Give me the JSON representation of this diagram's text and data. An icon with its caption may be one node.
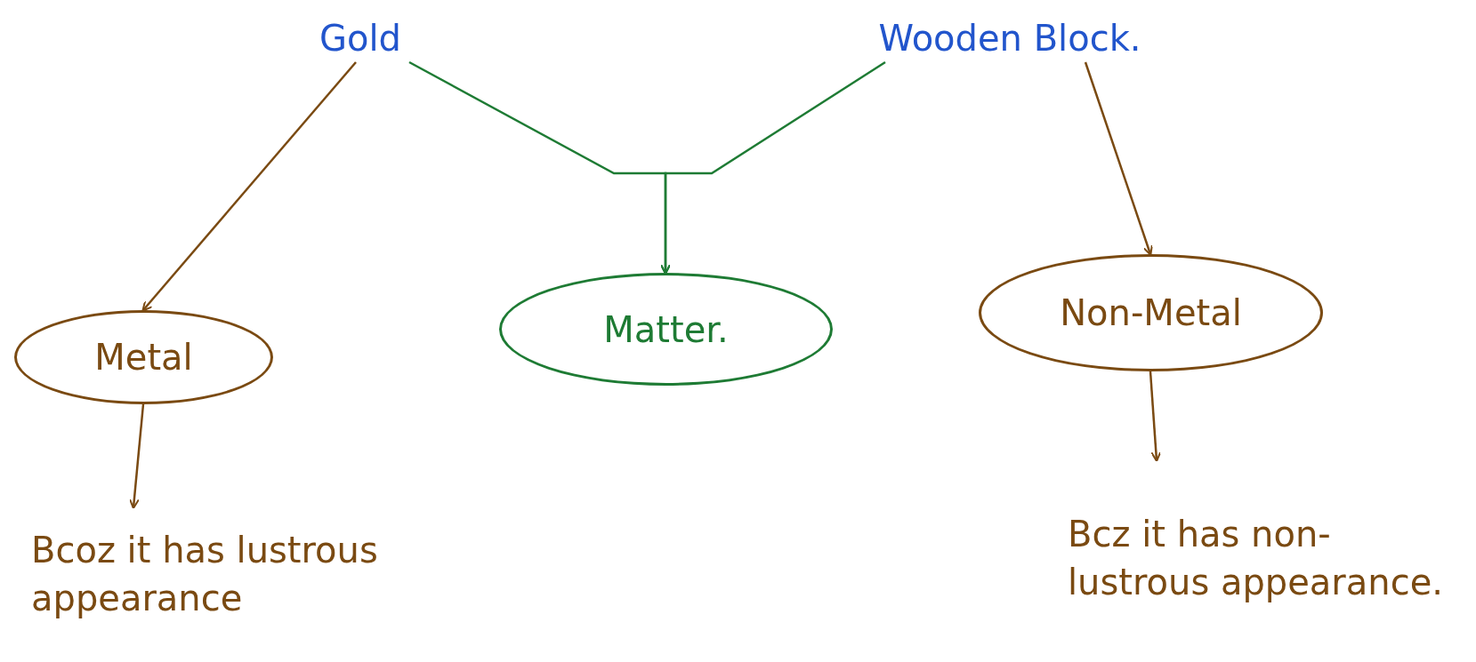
{
  "diagram": {
    "nodes": [
      {
        "text": [
          "Gold"
        ]
      },
      {
        "text": [
          "Wooden Block."
        ]
      },
      {
        "text": [
          "Metal"
        ]
      },
      {
        "text": [
          "Matter."
        ]
      },
      {
        "text": [
          "Non-Metal"
        ]
      },
      {
        "text": [
          "Bcoz it has lustrous appearance"
        ]
      },
      {
        "text": [
          "Bcz it has non- lustrous appearance."
        ]
      }
    ],
    "edges": [
      {
        "from": 0,
        "to": 2,
        "arrow": "to"
      },
      {
        "from": 0,
        "to": 3,
        "arrow": "to",
        "color": "#1e7b34"
      },
      {
        "from": 1,
        "to": 3,
        "arrow": "to",
        "color": "#1e7b34"
      },
      {
        "from": 1,
        "to": 4,
        "arrow": "to"
      },
      {
        "from": 2,
        "to": 5,
        "arrow": "to"
      },
      {
        "from": 4,
        "to": 6,
        "arrow": "to"
      }
    ]
  }
}
